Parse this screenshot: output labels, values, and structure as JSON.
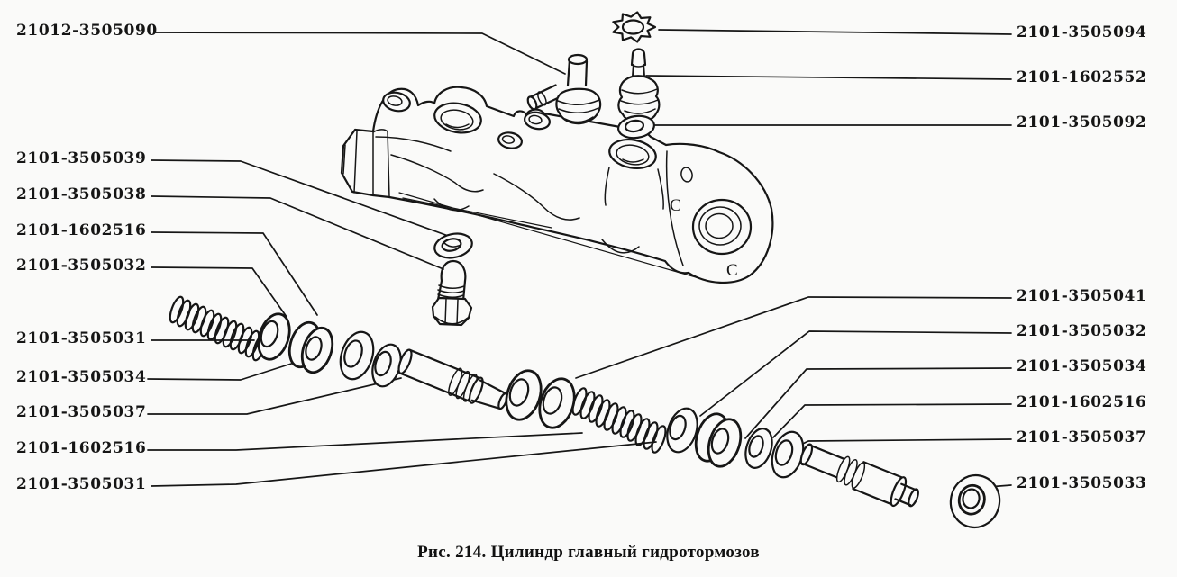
{
  "figure": {
    "caption": "Рис. 214. Цилиндр главный гидротормозов"
  },
  "colors": {
    "background": "#fafaf9",
    "ink": "#161616"
  },
  "labels": {
    "left": [
      {
        "text": "21012-3505090",
        "part": "union-elbow-fitting"
      },
      {
        "text": "2101-3505039",
        "part": "stop-bolt-washer"
      },
      {
        "text": "2101-3505038",
        "part": "stop-bolt"
      },
      {
        "text": "2101-1602516",
        "part": "seal-ring"
      },
      {
        "text": "2101-3505032",
        "part": "seal-cup"
      },
      {
        "text": "2101-3505031",
        "part": "return-spring"
      },
      {
        "text": "2101-3505034",
        "part": "seal"
      },
      {
        "text": "2101-3505037",
        "part": "support-washer"
      },
      {
        "text": "2101-1602516",
        "part": "seal-ring"
      },
      {
        "text": "2101-3505031",
        "part": "return-spring"
      }
    ],
    "right": [
      {
        "text": "2101-3505094",
        "part": "star-lock-washer"
      },
      {
        "text": "2101-1602552",
        "part": "bleeder-valve"
      },
      {
        "text": "2101-3505092",
        "part": "bleeder-washer"
      },
      {
        "text": "2101-3505041",
        "part": "spring-seat-washer"
      },
      {
        "text": "2101-3505032",
        "part": "seal-cup"
      },
      {
        "text": "2101-3505034",
        "part": "seal"
      },
      {
        "text": "2101-1602516",
        "part": "seal-ring"
      },
      {
        "text": "2101-3505037",
        "part": "support-washer"
      },
      {
        "text": "2101-3505033",
        "part": "end-seal-boot"
      }
    ]
  },
  "drawing": {
    "flange_marks": [
      "C",
      "C"
    ]
  }
}
